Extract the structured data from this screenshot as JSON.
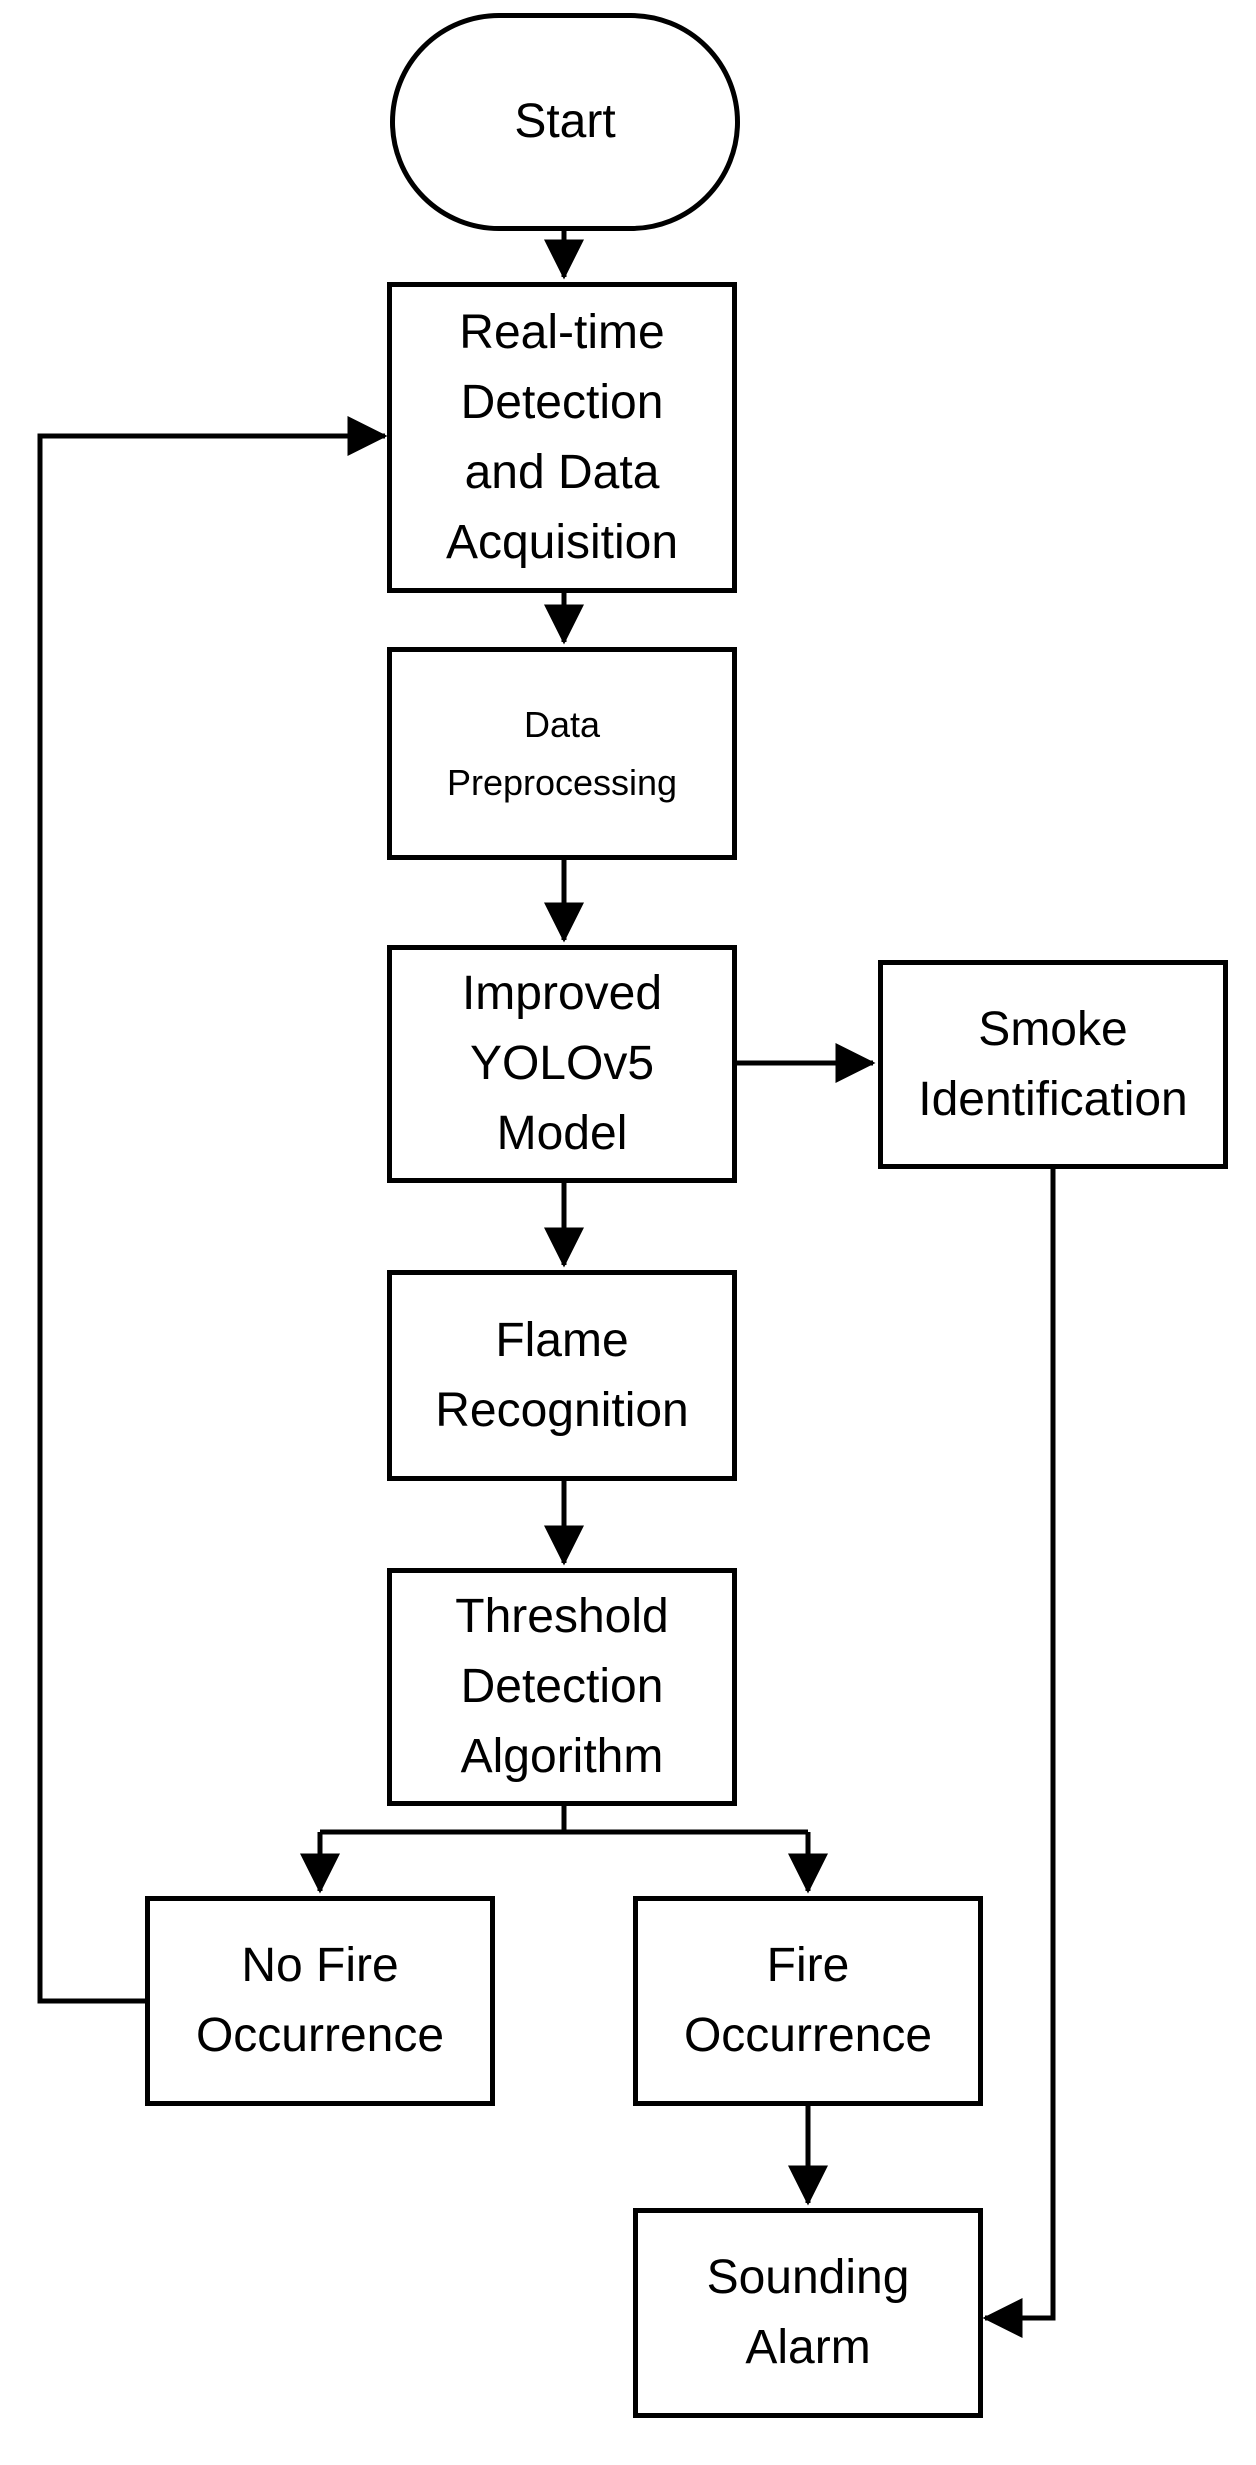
{
  "diagram": {
    "start": {
      "label": "Start"
    },
    "acquire": {
      "line1": "Real-time",
      "line2": "Detection",
      "line3": "and Data",
      "line4": "Acquisition"
    },
    "preprocess": {
      "line1": "Data",
      "line2": "Preprocessing"
    },
    "model": {
      "line1": "Improved",
      "line2": "YOLOv5",
      "line3": "Model"
    },
    "smoke": {
      "line1": "Smoke",
      "line2": "Identification"
    },
    "flame": {
      "line1": "Flame",
      "line2": "Recognition"
    },
    "threshold": {
      "line1": "Threshold",
      "line2": "Detection",
      "line3": "Algorithm"
    },
    "nofire": {
      "line1": "No Fire",
      "line2": "Occurrence"
    },
    "fire": {
      "line1": "Fire",
      "line2": "Occurrence"
    },
    "alarm": {
      "line1": "Sounding",
      "line2": "Alarm"
    }
  }
}
